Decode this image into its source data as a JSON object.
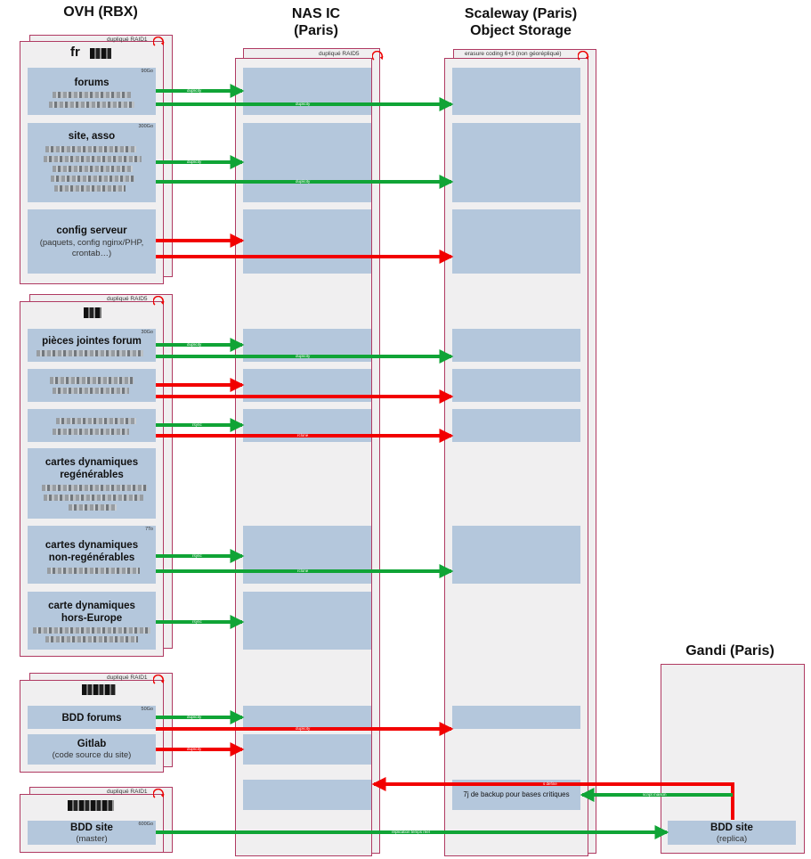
{
  "headers": {
    "ovh": "OVH (RBX)",
    "nas_line1": "NAS IC",
    "nas_line2": "(Paris)",
    "scw_line1": "Scaleway (Paris)",
    "scw_line2": "Object Storage",
    "gandi": "Gandi (Paris)"
  },
  "containers": {
    "server1": {
      "label": "fr",
      "raid": "dupliqué RAID1"
    },
    "server2": {
      "raid": "dupliqué RAID5"
    },
    "server3": {
      "raid": "dupliqué RAID1"
    },
    "server4": {
      "raid": "dupliqué RAID1"
    },
    "nas": {
      "raid": "dupliqué RAID5"
    },
    "scaleway": {
      "raid": "erasure coding 6+3 (non géorépliqué)"
    }
  },
  "items": {
    "forums": {
      "title": "forums",
      "size": "90Go"
    },
    "site": {
      "title": "site, asso",
      "size": "300Go"
    },
    "config": {
      "title": "config serveur",
      "sub": "(paquets, config nginx/PHP, crontab…)"
    },
    "pj": {
      "title": "pièces jointes forum",
      "size": "30Go"
    },
    "cartes_regen": {
      "title": "cartes dynamiques regénérables"
    },
    "cartes_nonregen": {
      "title": "cartes dynamiques non-regénérables",
      "size": "7To"
    },
    "carte_hors": {
      "title": "carte dynamiques hors-Europe"
    },
    "bdd_forums": {
      "title": "BDD forums",
      "size": "50Go"
    },
    "gitlab": {
      "title": "Gitlab",
      "sub": "(code source du site)"
    },
    "bdd_site": {
      "title": "BDD site",
      "sub": "(master)",
      "size": "600Go"
    },
    "bdd_replica": {
      "title": "BDD site",
      "sub": "(replica)"
    },
    "backup": {
      "text": "7j de backup pour bases critiques"
    }
  },
  "arrow_labels": {
    "duplicity": "duplicity",
    "rsync": "rsync",
    "rclone": "rclone",
    "script_maison": "script maison",
    "replication": "réplication temps réel",
    "s_define": "s define"
  },
  "colors": {
    "green": "#10a436",
    "red": "#f20000",
    "block": "#b4c7dc",
    "border": "#b03a62"
  }
}
